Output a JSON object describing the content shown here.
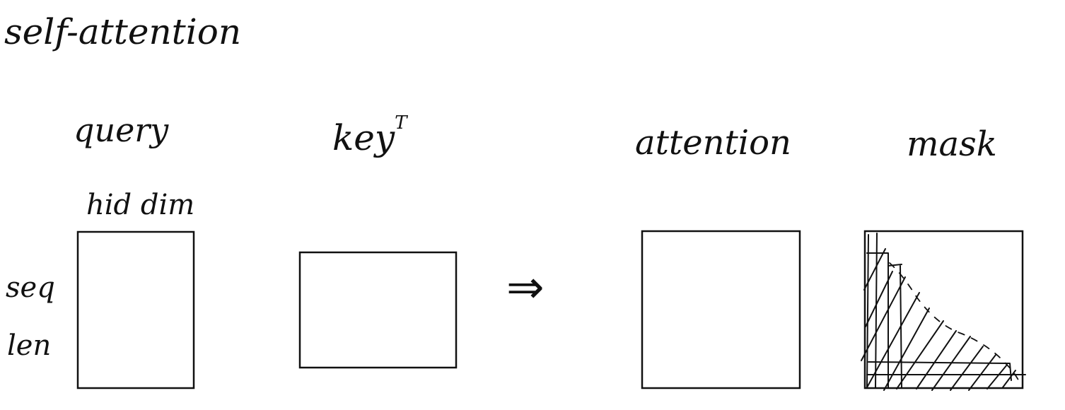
{
  "title": "self-attention",
  "labels": {
    "query": "query",
    "hid_dim": "hid dim",
    "seq": "seq",
    "len": "len",
    "key": "key",
    "key_superscript": "T",
    "attention": "attention",
    "mask": "mask"
  },
  "arrow_glyph": "⇒",
  "colors": {
    "ink": "#111111",
    "background": "#ffffff"
  }
}
